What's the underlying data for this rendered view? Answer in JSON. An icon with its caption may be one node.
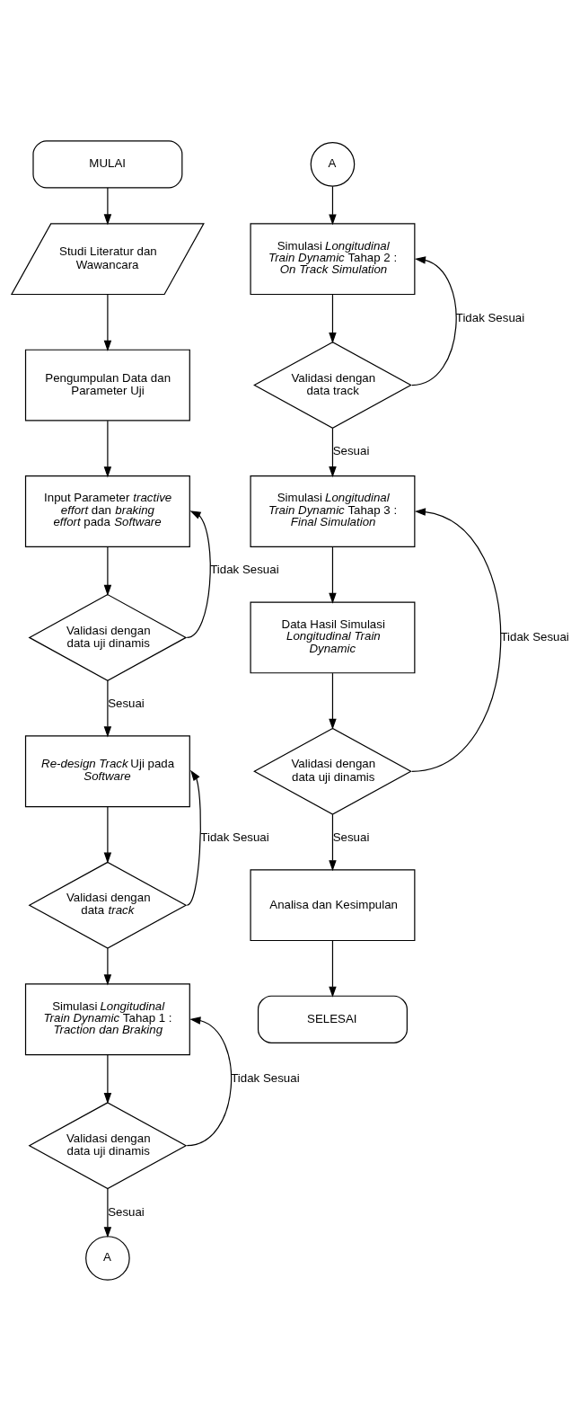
{
  "diagram": {
    "nodes": [
      {
        "text": [
          "MULAI"
        ]
      },
      {
        "text": [
          "Studi Literatur dan Wawancara"
        ]
      },
      {
        "text": [
          "Pengumpulan Data dan Parameter Uji"
        ]
      },
      {
        "text": [
          "Input Parameter *tractive effort* dan *braking effort* pada *Software*"
        ]
      },
      {
        "text": [
          "Validasi dengan data uji dinamis"
        ]
      },
      {
        "text": [
          "*Re-design Track* Uji pada *Software*"
        ]
      },
      {
        "text": [
          "Validasi dengan data *track*"
        ]
      },
      {
        "text": [
          "Simulasi *Longitudinal Train Dynamic* Tahap 1 : *Traction dan Braking*"
        ]
      },
      {
        "text": [
          "Validasi dengan data uji dinamis"
        ]
      },
      {
        "text": [
          "A"
        ]
      },
      {
        "text": [
          "A"
        ]
      },
      {
        "text": [
          "Simulasi *Longitudinal Train Dynamic* Tahap 2 : *On Track Simulation*"
        ]
      },
      {
        "text": [
          "Validasi dengan data track"
        ]
      },
      {
        "text": [
          "Simulasi *Longitudinal Train Dynamic* Tahap 3 : *Final Simulation*"
        ]
      },
      {
        "text": [
          "Data Hasil Simulasi *Longitudinal Train Dynamic*"
        ]
      },
      {
        "text": [
          "Validasi dengan data uji dinamis"
        ]
      },
      {
        "text": [
          "Analisa dan Kesimpulan"
        ]
      },
      {
        "text": [
          "SELESAI"
        ]
      }
    ],
    "edges": [
      {
        "from": 0,
        "to": 1,
        "arrow": "to"
      },
      {
        "from": 1,
        "to": 2,
        "arrow": "to"
      },
      {
        "from": 2,
        "to": 3,
        "arrow": "to"
      },
      {
        "from": 3,
        "to": 4,
        "arrow": "to"
      },
      {
        "from": 4,
        "to": 3,
        "arrow": "to",
        "label": "Tidak Sesuai"
      },
      {
        "from": 4,
        "to": 5,
        "arrow": "to",
        "label": "Sesuai"
      },
      {
        "from": 5,
        "to": 6,
        "arrow": "to"
      },
      {
        "from": 6,
        "to": 5,
        "arrow": "to",
        "label": "Tidak Sesuai"
      },
      {
        "from": 6,
        "to": 7,
        "arrow": "to"
      },
      {
        "from": 7,
        "to": 8,
        "arrow": "to"
      },
      {
        "from": 8,
        "to": 7,
        "arrow": "to",
        "label": "Tidak Sesuai"
      },
      {
        "from": 8,
        "to": 9,
        "arrow": "to",
        "label": "Sesuai"
      },
      {
        "from": 10,
        "to": 11,
        "arrow": "to"
      },
      {
        "from": 11,
        "to": 12,
        "arrow": "to"
      },
      {
        "from": 12,
        "to": 11,
        "arrow": "to",
        "label": "Tidak Sesuai"
      },
      {
        "from": 12,
        "to": 13,
        "arrow": "to",
        "label": "Sesuai"
      },
      {
        "from": 13,
        "to": 14,
        "arrow": "to"
      },
      {
        "from": 14,
        "to": 15,
        "arrow": "to"
      },
      {
        "from": 15,
        "to": 13,
        "arrow": "to",
        "label": "Tidak Sesuai"
      },
      {
        "from": 15,
        "to": 16,
        "arrow": "to",
        "label": "Sesuai"
      },
      {
        "from": 16,
        "to": 17,
        "arrow": "to"
      }
    ]
  }
}
